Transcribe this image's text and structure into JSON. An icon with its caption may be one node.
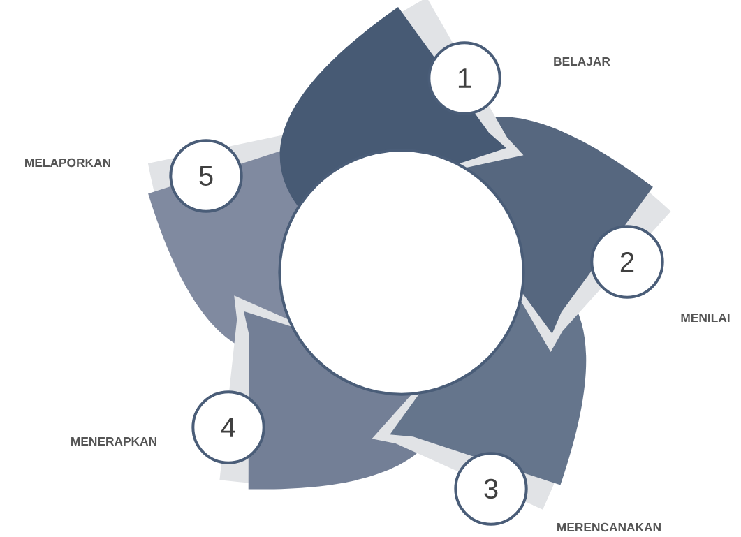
{
  "diagram": {
    "nodes": [
      {
        "text": [
          "1"
        ]
      },
      {
        "text": [
          "2"
        ]
      },
      {
        "text": [
          "3"
        ]
      },
      {
        "text": [
          "4"
        ]
      },
      {
        "text": [
          "5"
        ]
      },
      {
        "text": [],
        "shape": "circle"
      }
    ],
    "labels": [
      "BELAJAR",
      "MELAPORKAN",
      "MENILAI",
      "MENERAPKAN",
      "MERENCANAKAN"
    ]
  }
}
